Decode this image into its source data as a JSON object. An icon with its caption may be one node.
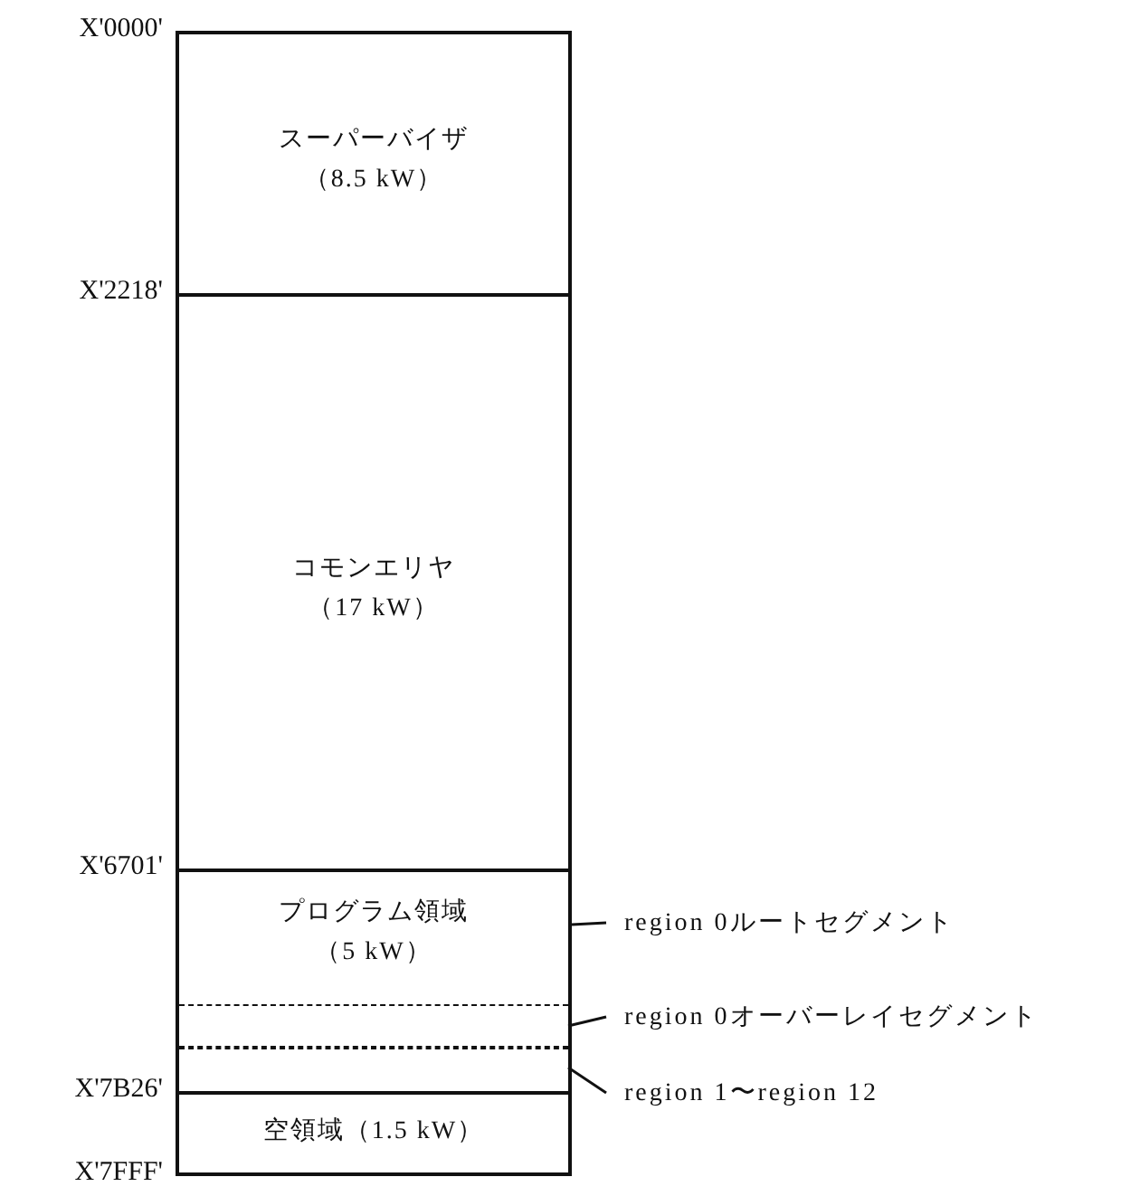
{
  "diagram": {
    "nodes": [
      {
        "text": [
          "スーパーバイザ",
          "（8.5 kW）"
        ]
      },
      {
        "text": [
          "コモンエリヤ",
          "（17 kW）"
        ]
      },
      {
        "text": [
          "プログラム領域",
          "（5 kW）"
        ]
      },
      {
        "text": [],
        "shape": "box",
        "in": 2
      },
      {
        "text": [],
        "shape": "box",
        "in": 2
      },
      {
        "text": [
          "空領域（1.5 kW）"
        ]
      },
      {
        "text": [
          "region 0ルートセグメント"
        ]
      },
      {
        "text": [
          "region 0オーバーレイセグメント"
        ]
      },
      {
        "text": [
          "region 1〜region 12"
        ]
      }
    ],
    "edges": [
      {
        "from": 6,
        "to": 2,
        "arrow": "none"
      },
      {
        "from": 7,
        "to": 3,
        "arrow": "none"
      },
      {
        "from": 8,
        "to": 4,
        "arrow": "none"
      }
    ],
    "labels": [
      "X'0000'",
      "X'2218'",
      "X'6701'",
      "X'7B26'",
      "X'7FFF'"
    ]
  }
}
